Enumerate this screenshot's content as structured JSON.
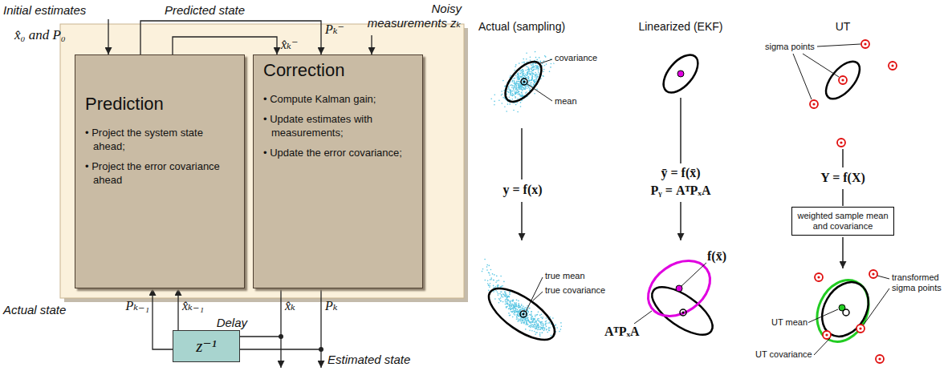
{
  "diagram": {
    "nodes": [
      {
        "text": [
          "Prediction",
          "• Project the system state ahead;",
          "• Project the error covariance ahead"
        ]
      },
      {
        "text": [
          "Correction",
          "• Compute Kalman gain;",
          "• Update estimates with measurements;",
          "• Update the error covariance;"
        ]
      },
      {
        "text": [
          "Delay",
          "z⁻¹"
        ]
      },
      {
        "text": [
          "weighted sample mean and covariance"
        ]
      }
    ],
    "edges": [
      {
        "from": 0,
        "to": 1,
        "arrow": "to",
        "label": "Pₖ⁻"
      },
      {
        "from": 0,
        "to": 1,
        "arrow": "to",
        "label": "x̂ₖ⁻"
      },
      {
        "from": 1,
        "to": 2,
        "arrow": "none",
        "label": "x̂ₖ"
      },
      {
        "from": 1,
        "to": 2,
        "arrow": "none",
        "label": "Pₖ"
      },
      {
        "from": 2,
        "to": 0,
        "arrow": "to",
        "label": "x̂ₖ₋₁"
      },
      {
        "from": 2,
        "to": 0,
        "arrow": "to",
        "label": "Pₖ₋₁"
      }
    ],
    "labels": [
      "Initial estimates",
      "x̂₀ and P₀",
      "Predicted state",
      "Noisy measurements zₖ",
      "Actual state",
      "Estimated state",
      "Actual (sampling)",
      "covariance",
      "mean",
      "y = f(x)",
      "true mean",
      "true covariance",
      "Linearized (EKF)",
      "ȳ = f(x̄)",
      "Pᵧ = AᵀPₓA",
      "f(x̄)",
      "AᵀPₓA",
      "UT",
      "sigma points",
      "Y = f(X)",
      "transformed sigma points",
      "UT mean",
      "UT covariance"
    ]
  }
}
